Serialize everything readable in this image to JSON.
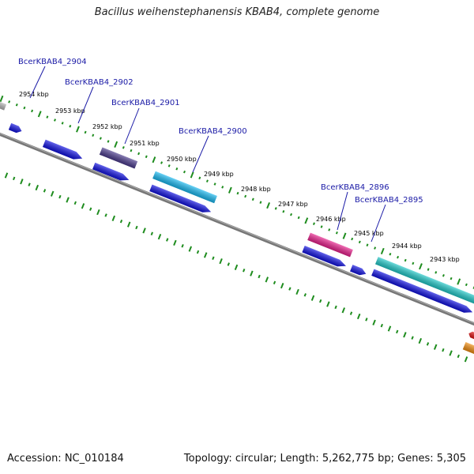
{
  "title": "Bacillus weihenstephanensis KBAB4, complete genome",
  "footer": {
    "accession": "Accession: NC_010184",
    "summary": "Topology: circular; Length: 5,262,775 bp; Genes: 5,305"
  },
  "scale_labels": [
    "2954 kbp",
    "2953 kbp",
    "2952 kbp",
    "2951 kbp",
    "2950 kbp",
    "2949 kbp",
    "2948 kbp",
    "2947 kbp",
    "2946 kbp",
    "2945 kbp",
    "2944 kbp",
    "2943 kbp"
  ],
  "gene_labels": [
    "BcerKBAB4_2904",
    "BcerKBAB4_2902",
    "BcerKBAB4_2901",
    "BcerKBAB4_2900",
    "BcerKBAB4_2896",
    "BcerKBAB4_2895"
  ],
  "colors": {
    "backbone": "#777777",
    "ticks": "#1e8c1e",
    "label_text": "#1a1aa6",
    "gene_blue": "#1010e0",
    "gene_dark_purple": "#4a3a8c",
    "gene_light_blue": "#18b8f0",
    "gene_magenta": "#e8208c",
    "gene_teal": "#20c8c8",
    "gene_red": "#e01010",
    "gene_orange": "#f08c10",
    "gene_gray": "#b4b4b4"
  }
}
